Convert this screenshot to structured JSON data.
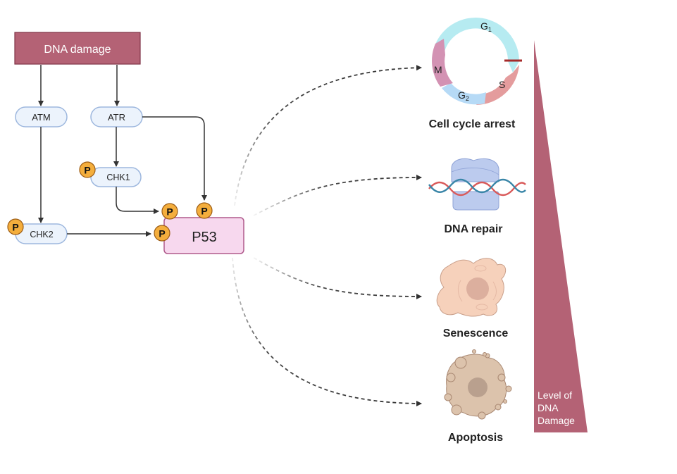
{
  "title": "p53 response to DNA damage",
  "colors": {
    "dna_damage": "#b46275",
    "pill_fill": "#ecf3fc",
    "pill_stroke": "#9db7de",
    "p53_fill": "#f7d8ee",
    "p53_stroke": "#b05a8c",
    "phospho_fill": "#f4ae3d",
    "phospho_stroke": "#9c5c14",
    "arrow": "#333333",
    "triangle": "#b46275",
    "g1": "#b6ebf1",
    "s": "#e49c9d",
    "g2": "#b6daf6",
    "m": "#d392b3",
    "checkpoint": "#a52a2a"
  },
  "nodes": {
    "dna_damage": "DNA damage",
    "atm": "ATM",
    "atr": "ATR",
    "chk1": "CHK1",
    "chk2": "CHK2",
    "p53": "P53",
    "phospho": "P"
  },
  "cell_cycle": {
    "g1": "G",
    "g1_sub": "1",
    "s": "S",
    "g2": "G",
    "g2_sub": "2",
    "m": "M"
  },
  "outcomes": [
    {
      "label": "Cell cycle arrest",
      "icon": "cell-cycle-icon"
    },
    {
      "label": "DNA repair",
      "icon": "dna-repair-icon"
    },
    {
      "label": "Senescence",
      "icon": "senescent-cell-icon"
    },
    {
      "label": "Apoptosis",
      "icon": "apoptotic-cell-icon"
    }
  ],
  "gradient_label": [
    "Level of",
    "DNA",
    "Damage"
  ]
}
